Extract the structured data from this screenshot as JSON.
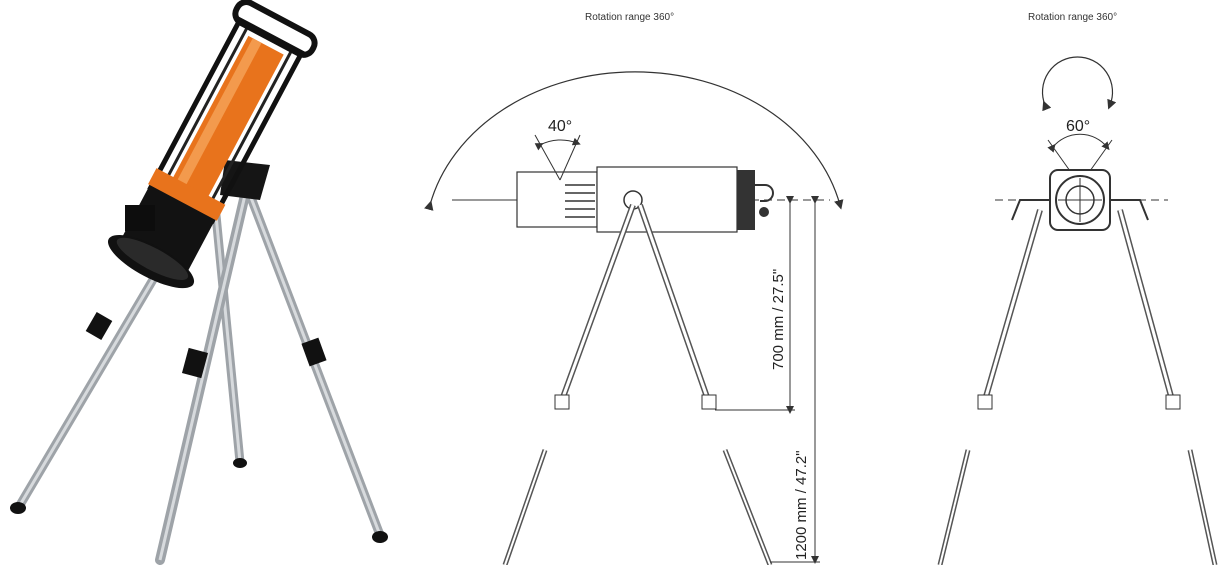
{
  "photo": {
    "icon": "telescope-on-tripod-icon"
  },
  "side_view": {
    "rotation_caption": "Rotation range 360°",
    "tilt_angle": "40°",
    "height_short": "700 mm / 27.5\"",
    "height_tall": "1200 mm / 47.2\""
  },
  "front_view": {
    "rotation_caption": "Rotation range 360°",
    "tilt_angle": "60°"
  },
  "colors": {
    "accent_orange": "#e8731c",
    "line": "#333333",
    "metal": "#b8bcc0"
  }
}
